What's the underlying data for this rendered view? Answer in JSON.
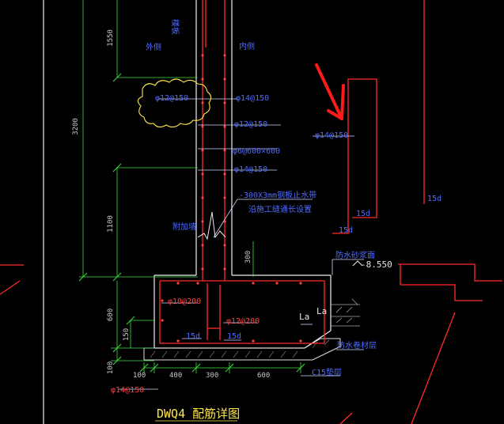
{
  "title": "DWQ4 配筋详图",
  "elevation": "-8.550",
  "rebar_labels": {
    "r_12_150_left": "φ12@150",
    "r_14_150_a": "φ14@150",
    "r_12_150_b": "φ12@150",
    "r_6_600": "φ6@600×600",
    "r_14_150_c": "φ14@150",
    "r_14_150_right": "φ14@150",
    "r_10_200": "φ10@200",
    "r_12_200": "φ12@200",
    "r_14_150_bottom": "φ14@150"
  },
  "anchor_labels": {
    "d15_a": "15d",
    "d15_b": "15d",
    "d15_c": "15d",
    "d15_d": "15d",
    "d15_e": "15d",
    "la_a": "La",
    "la_b": "La"
  },
  "notes": {
    "waterstop": "-300X3mm钢板止水带",
    "waterstop_2": "沿施工缝通长设置",
    "side_out": "外侧",
    "side_in": "内侧",
    "top_label": "楼板",
    "wall_label": "附加墙",
    "backfill_top": "防水砂浆面",
    "backfill_bottom": "防水卷材层",
    "cushion": "C15垫层"
  },
  "dimensions": {
    "v_1550": "1550",
    "v_3200": "3200",
    "v_1100": "1100",
    "v_600": "600",
    "v_150": "150",
    "v_100": "100",
    "v_300": "300",
    "h_100": "100",
    "h_400": "400",
    "h_300": "300",
    "h_600": "600"
  }
}
